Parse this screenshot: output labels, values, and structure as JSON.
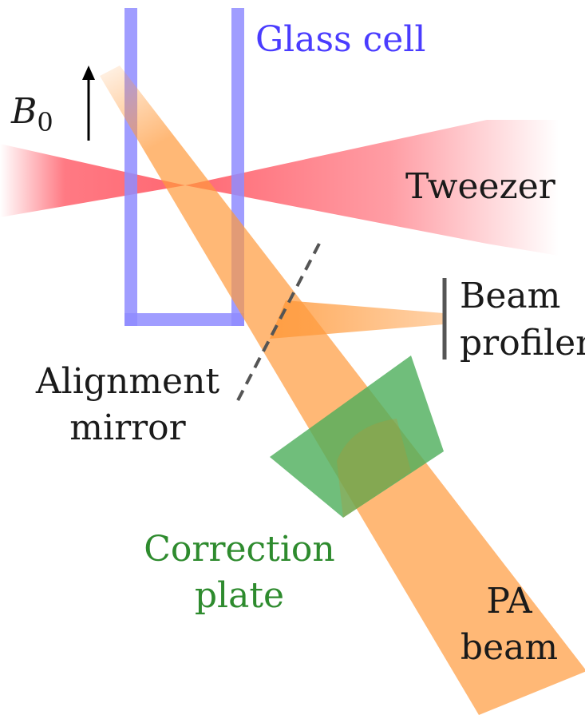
{
  "labels": {
    "glass_cell": "Glass cell",
    "field_symbol": "B",
    "field_subscript": "0",
    "tweezer": "Tweezer",
    "beam_profiler_line1": "Beam",
    "beam_profiler_line2": "profiler",
    "alignment_mirror_line1": "Alignment",
    "alignment_mirror_line2": "mirror",
    "correction_plate_line1": "Correction",
    "correction_plate_line2": "plate",
    "pa_beam_line1": "PA",
    "pa_beam_line2": "beam"
  },
  "colors": {
    "glass_cell": "#8f8cff",
    "tweezer": "#ff4d5a",
    "pa_beam": "#ff9a3c",
    "correction_plate": "#4cae5a",
    "mirror": "#555555",
    "profiler": "#555555",
    "text": "#1a1a1a",
    "glass_cell_text": "#4a3cff",
    "correction_plate_text": "#2e8b2e"
  }
}
